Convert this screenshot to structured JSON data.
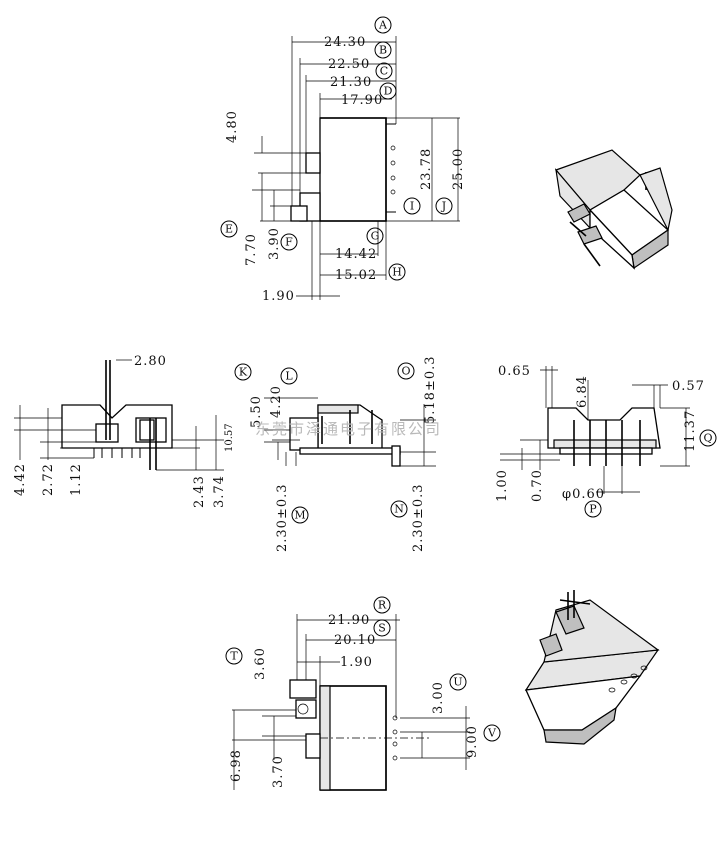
{
  "watermark": "东莞市泽通电子有限公司",
  "top_view": {
    "dims": [
      "24.30",
      "22.50",
      "21.30",
      "17.90",
      "4.80",
      "23.78",
      "25.00",
      "14.42",
      "15.02",
      "7.70",
      "3.90",
      "1.90"
    ],
    "circles": [
      "A",
      "B",
      "C",
      "D",
      "I",
      "J",
      "G",
      "H",
      "E",
      "F"
    ]
  },
  "front_view": {
    "dims": [
      "2.80",
      "4.42",
      "2.72",
      "1.12",
      "2.43",
      "3.74",
      "10.57"
    ]
  },
  "side_view": {
    "dims": [
      "5.50",
      "4.20",
      "5.18±0.3",
      "2.30±0.3",
      "2.30±0.3"
    ],
    "circles": [
      "K",
      "L",
      "O",
      "M",
      "N"
    ]
  },
  "right_view": {
    "dims": [
      "0.65",
      "6.84",
      "0.57",
      "11.37",
      "1.00",
      "0.70",
      "φ0.60"
    ],
    "circles": [
      "Q",
      "P"
    ]
  },
  "bottom_view": {
    "dims": [
      "21.90",
      "20.10",
      "1.90",
      "3.60",
      "3.00",
      "9.00",
      "6.98",
      "3.70"
    ],
    "circles": [
      "R",
      "S",
      "T",
      "U",
      "V"
    ]
  }
}
